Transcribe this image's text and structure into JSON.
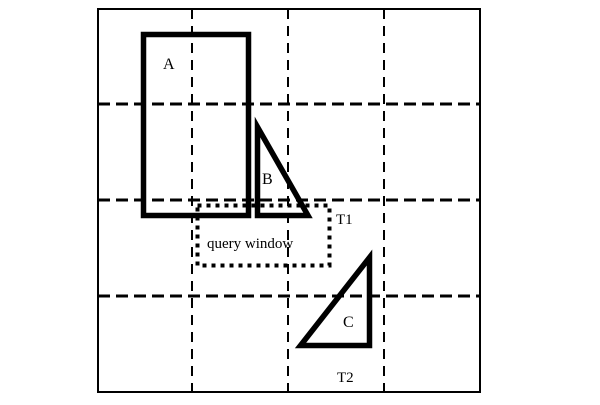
{
  "diagram": {
    "background_color": "#ffffff",
    "line_color": "#000000",
    "grid": {
      "columns": 4,
      "rows": 4,
      "border_style": "solid",
      "inner_line_style": "dashed"
    },
    "labels": {
      "object_a": "A",
      "object_b": "B",
      "object_c": "C",
      "tile_t1": "T1",
      "tile_t2": "T2",
      "query_window": "query window"
    }
  }
}
